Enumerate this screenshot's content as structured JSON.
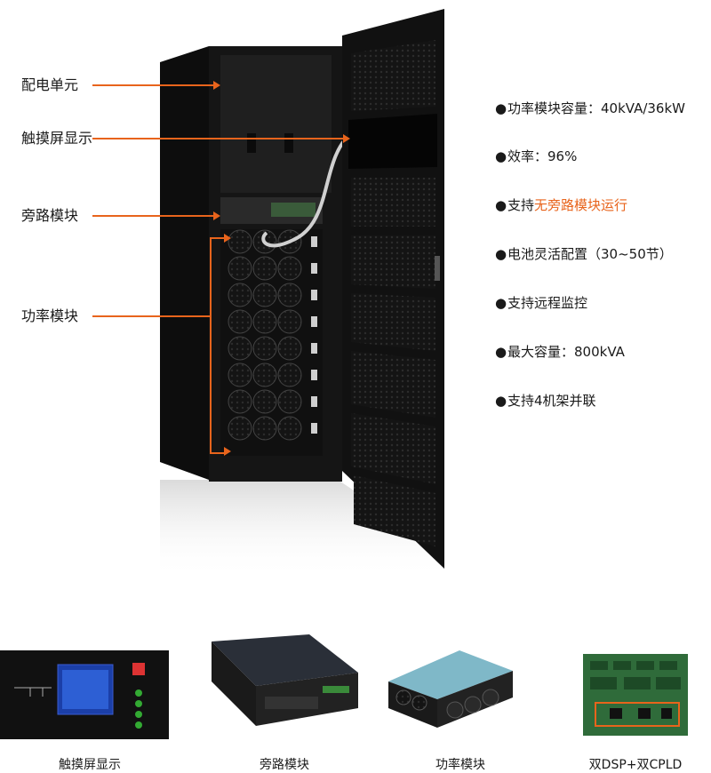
{
  "callouts": [
    {
      "label": "配电单元"
    },
    {
      "label": "触摸屏显示"
    },
    {
      "label": "旁路模块"
    },
    {
      "label": "功率模块"
    }
  ],
  "features": [
    {
      "text": "功率模块容量：40kVA/36kW"
    },
    {
      "text": "效率：96%"
    },
    {
      "prefix": "支持",
      "highlight": "无旁路模块运行"
    },
    {
      "text": "电池灵活配置（30~50节）"
    },
    {
      "text": "支持远程监控"
    },
    {
      "text": "最大容量：800kVA"
    },
    {
      "text": "支持4机架并联"
    }
  ],
  "thumbnails": [
    {
      "label": "触摸屏显示"
    },
    {
      "label": "旁路模块"
    },
    {
      "label": "功率模块"
    },
    {
      "label": "双DSP+双CPLD"
    }
  ],
  "colors": {
    "accent": "#e8641c",
    "cabinet": "#141414"
  }
}
